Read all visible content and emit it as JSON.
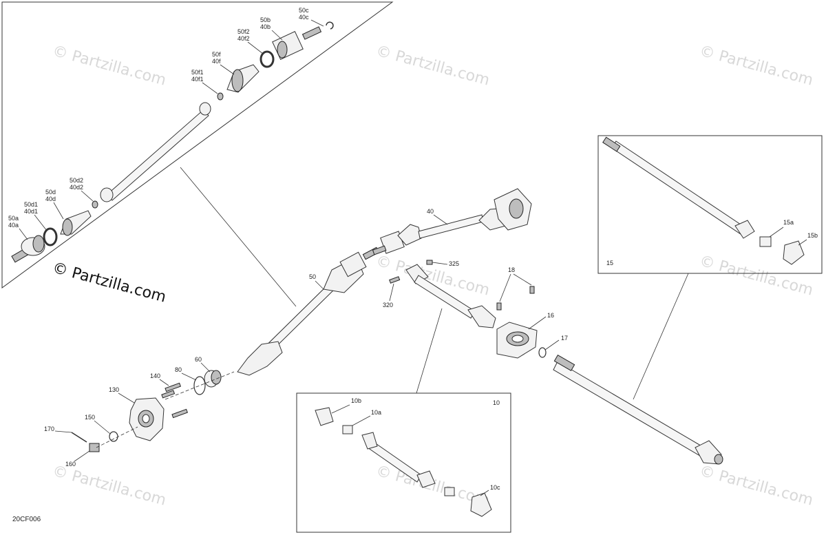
{
  "diagram": {
    "code": "20CF006",
    "copyright_large": "© Partzilla.com",
    "watermark": "© Partzilla.com",
    "labels": {
      "l40": "40",
      "l50": "50",
      "l60": "60",
      "l80": "80",
      "l130": "130",
      "l140": "140",
      "l150": "150",
      "l160": "160",
      "l170": "170",
      "l320": "320",
      "l325": "325",
      "l18": "18",
      "l16": "16",
      "l17": "17",
      "l15": "15",
      "l15a": "15a",
      "l15b": "15b",
      "l10": "10",
      "l10a": "10a",
      "l10b": "10b",
      "l10c": "10c",
      "l50a": "50a",
      "l40a": "40a",
      "l50d1": "50d1",
      "l40d1": "40d1",
      "l50d": "50d",
      "l40d": "40d",
      "l50d2": "50d2",
      "l40d2": "40d2",
      "l50f1": "50f1",
      "l40f1": "40f1",
      "l50f": "50f",
      "l40f": "40f",
      "l50f2": "50f2",
      "l40f2": "40f2",
      "l50b": "50b",
      "l40b": "40b",
      "l50c": "50c",
      "l40c": "40c"
    }
  }
}
